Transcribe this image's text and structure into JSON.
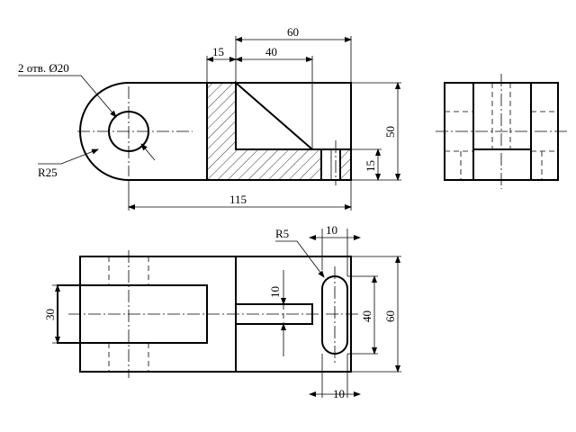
{
  "drawing": {
    "labels": {
      "holes": "2 отв. Ø20",
      "r25": "R25",
      "r5": "R5"
    },
    "dimensions": {
      "d60_top": "60",
      "d15_top": "15",
      "d40_top": "40",
      "d50_right": "50",
      "d15_right": "15",
      "d115_bottom": "115",
      "d30_left": "30",
      "d10_top_slot": "10",
      "d10_vertical": "10",
      "d40_right": "40",
      "d60_right": "60",
      "d10_bottom": "10"
    },
    "colors": {
      "line": "#000000",
      "background": "#ffffff"
    }
  }
}
